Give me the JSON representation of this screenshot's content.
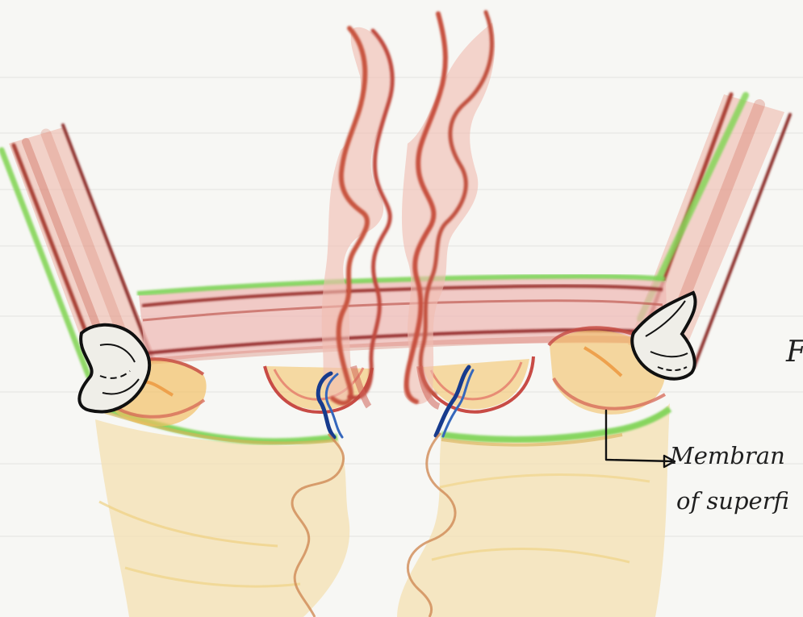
{
  "labels": {
    "fa": "Fa",
    "membrane": "Membran",
    "superficial": "of superfi"
  },
  "colors": {
    "paper": "#f7f7f4",
    "red_pencil": "#b44a38",
    "pink_pencil": "#e5a39a",
    "green_pencil": "#86d65d",
    "orange_pencil": "#eeb04a",
    "yellow_fill": "#f3d99b",
    "blue_pencil": "#284c9a",
    "black_ink": "#141414"
  }
}
